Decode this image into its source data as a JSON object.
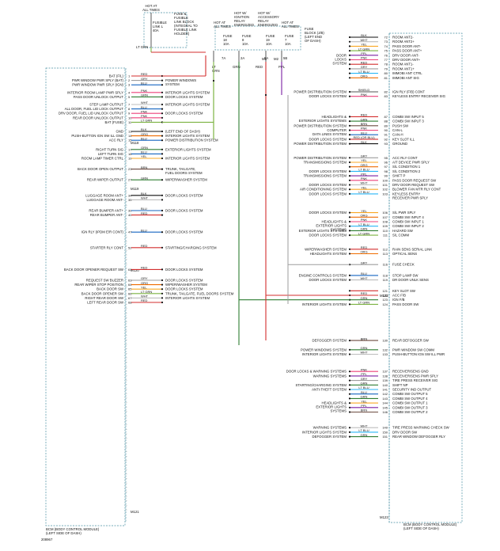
{
  "top": {
    "hot_left": "HOT AT\nALL TIMES",
    "fuse_block_label": "FUSE &\nFUSIBLE\nLINK BLOCK\n(INTEGRAL TO\nFUSIBLE LINK\nHOLDER)",
    "fusible_link": "FUSIBLE\nLINK L\n40A",
    "lt_grn_top": "LT GRN",
    "hot_mid1": "HOT AT\nALL TIMES",
    "hot_mid2": "HOT W/\nIGNITION\nRELAY\nENERGIZED",
    "hot_mid3": "HOT W/\nACCESSORY\nRELAY\nENERGIZED",
    "hot_mid4": "HOT AT\nALL TIMES",
    "fuse_block_jb": "FUSE\nBLOCK (J/B)\n(LEFT END\nOF DASH)",
    "fuses": [
      {
        "name": "FUSE\n18\n10A",
        "conn": "7A"
      },
      {
        "name": "FUSE\n8\n10A",
        "conn": "2A"
      },
      {
        "name": "FUSE\n19\n10A",
        "conn": "5A"
      },
      {
        "name": "FUSE\n7\n10A",
        "conn": "5B"
      }
    ],
    "m_labels": [
      "M1",
      "M2"
    ],
    "wires_top": [
      "LT\nGRN",
      "GRN",
      "RED",
      "PPL"
    ],
    "lt_grn2": "LT\nGRN"
  },
  "left_module": {
    "name": "BCM (BODY CONTROL MODULE)\n(LEFT SIDE OF DASH)",
    "connectors": [
      "M118",
      "M119",
      "M120",
      "M121"
    ],
    "pins": [
      {
        "label": "BAT (F/L)",
        "pin": "1",
        "wire": "RED",
        "color": "#d32f2f",
        "dest": ""
      },
      {
        "label": "PWR WINDOW PWR SPLY (BAT)",
        "pin": "2",
        "wire": "GRY",
        "color": "#9e9e9e",
        "dest": "POWER WINDOWS\nSYSTEM"
      },
      {
        "label": "PWR WINDOW PWR SPLY (IGN)",
        "pin": "3",
        "wire": "BLU",
        "color": "#1565c0",
        "dest": ""
      },
      {
        "label": "INTERIOR ROOM LAMP PWR SPLY",
        "pin": "4",
        "wire": "PNK",
        "color": "#ec407a",
        "dest": "INTERIOR LIGHTS SYSTEM"
      },
      {
        "label": "PASS DOOR UNLOCK OUTPUT",
        "pin": "5",
        "wire": "GRN",
        "color": "#2e7d32",
        "dest": "DOOR LOCKS SYSTEM"
      },
      {
        "label": "STEP LAMP OUTPUT",
        "pin": "7",
        "wire": "WHT",
        "color": "#bdbdbd",
        "dest": "INTERIOR LIGHTS SYSTEM"
      },
      {
        "label": "ALL DOOR, FUEL LID LOCK OUTPUT",
        "pin": "8",
        "wire": "BLU",
        "color": "#1565c0",
        "dest": ""
      },
      {
        "label": "DRV DOOR, FUEL LID UNLOCK OUTPUT",
        "pin": "9",
        "wire": "PNK",
        "color": "#ec407a",
        "dest": "DOOR LOCKS SYSTEM"
      },
      {
        "label": "REAR DOOR UNLOCK OUTPUT",
        "pin": "10",
        "wire": "PNK",
        "color": "#ec407a",
        "dest": ""
      },
      {
        "label": "BAT (FUSE)",
        "pin": "11",
        "wire": "LT GRN",
        "color": "#7cb342",
        "dest": ""
      },
      {
        "label": "GND",
        "pin": "13",
        "wire": "BLK",
        "color": "#111",
        "dest": "(LEFT END OF DASH)"
      },
      {
        "label": "PUSH-BUTTON IGN SW ILL GND",
        "pin": "14",
        "wire": "ORG",
        "color": "#ef6c00",
        "dest": "INTERIOR LIGHTS SYSTEM"
      },
      {
        "label": "ACC RLY",
        "pin": "15",
        "wire": "BLU",
        "color": "#1565c0",
        "dest": "POWER DISTRIBUTION SYSTEM"
      },
      {
        "label": "RIGHT TURN SIG",
        "pin": "17",
        "wire": "GRN",
        "color": "#2e7d32",
        "dest": "EXTERIOR LIGHTS SYSTEM"
      },
      {
        "label": "LEFT TURN SIG",
        "pin": "18",
        "wire": "BLU",
        "color": "#1565c0",
        "dest": ""
      },
      {
        "label": "ROOM LAMP TIMER CTRL",
        "pin": "19",
        "wire": "YEL",
        "color": "#f9a825",
        "dest": "INTERIOR LIGHTS SYSTEM"
      },
      {
        "label": "BACK DOOR OPEN OUTPUT",
        "pin": "23",
        "wire": "BRN",
        "color": "#6d4c41",
        "dest": "TRUNK, TAILGATE,\nFUEL DOORS SYSTEM"
      },
      {
        "label": "REAR WIPER OUTPUT",
        "pin": "27",
        "wire": "GRN",
        "color": "#2e7d32",
        "dest": "WIPER/WASHER SYSTEM"
      },
      {
        "label": "LUGGAGE ROOM ANT+",
        "pin": "34",
        "wire": "BLK",
        "color": "#111",
        "dest": "DOOR LOCKS SYSTEM"
      },
      {
        "label": "LUGGAGE ROOM ANT-",
        "pin": "35",
        "wire": "WHT",
        "color": "#bdbdbd",
        "dest": ""
      },
      {
        "label": "REAR BUMPER ANT+",
        "pin": "39",
        "wire": "BLU",
        "color": "#1565c0",
        "dest": "DOOR LOCKS SYSTEM"
      },
      {
        "label": "REAR BUMPER ANT-",
        "pin": "40",
        "wire": "RED",
        "color": "#d32f2f",
        "dest": ""
      },
      {
        "label": "IGN RLY (IPDM E/R CONT)",
        "pin": "47",
        "wire": "BLU",
        "color": "#1565c0",
        "dest": "DOOR LOCKS SYSTEM"
      },
      {
        "label": "STARTER RLY CONT",
        "pin": "52",
        "wire": "RED",
        "color": "#d32f2f",
        "dest": "STARTING/CHARGING SYSTEM"
      },
      {
        "label": "BACK DOOR OPENER REQUEST SW",
        "pin": "61",
        "wire": "RED",
        "color": "#d32f2f",
        "dest": "DOOR LOCKS SYSTEM"
      },
      {
        "label": "REQUEST SW BUZZER",
        "pin": "63",
        "wire": "GRY",
        "color": "#9e9e9e",
        "dest": "DOOR LOCKS SYSTEM"
      },
      {
        "label": "REAR WIPER STOP POSITION",
        "pin": "64",
        "wire": "ORG",
        "color": "#ef6c00",
        "dest": "WIPER/WASHER SYSTEM"
      },
      {
        "label": "BACK DOOR SW",
        "pin": "65",
        "wire": "YEL",
        "color": "#f9a825",
        "dest": "DOOR LOCKS SYSTEM"
      },
      {
        "label": "BACK DOOR OPENER SW",
        "pin": "66",
        "wire": "LT GRN",
        "color": "#7cb342",
        "dest": "TRUNK, TAILGATE, FUEL DOORS SYSTEM"
      },
      {
        "label": "RIGHT REAR DOOR SW",
        "pin": "67",
        "wire": "WHT",
        "color": "#bdbdbd",
        "dest": "INTERIOR LIGHTS SYSTEM"
      },
      {
        "label": "LEFT REAR DOOR SW",
        "pin": "68",
        "wire": "RED",
        "color": "#d32f2f",
        "dest": ""
      }
    ]
  },
  "right_module": {
    "name": "BCM (BODY CONTROL MODULE)\n(LEFT SIDE OF DASH)",
    "connectors": [
      "M122",
      "M123"
    ],
    "pins": [
      {
        "pin": "72",
        "wire": "BLK",
        "color": "#111",
        "sys": "",
        "func": "ROOM ANT2-"
      },
      {
        "pin": "73",
        "wire": "WHT",
        "color": "#bdbdbd",
        "sys": "",
        "func": "ROOM ANT2+"
      },
      {
        "pin": "74",
        "wire": "YEL",
        "color": "#f9a825",
        "sys": "",
        "func": "PASS DOOR ANT-"
      },
      {
        "pin": "75",
        "wire": "LT GRN",
        "color": "#7cb342",
        "sys": "",
        "func": "PASS DOOR ANT+"
      },
      {
        "pin": "76",
        "wire": "PPL",
        "color": "#7b1fa2",
        "sys": "DOOR\nLOCKS\nSYSTEM",
        "func": "DRV DOOR ANT-"
      },
      {
        "pin": "77",
        "wire": "PNK",
        "color": "#ec407a",
        "sys": "",
        "func": "DRV DOOR ANT+"
      },
      {
        "pin": "78",
        "wire": "RED",
        "color": "#d32f2f",
        "sys": "",
        "func": "ROOM ANT1-"
      },
      {
        "pin": "79",
        "wire": "GRY",
        "color": "#9e9e9e",
        "sys": "",
        "func": "ROOM ANT1+"
      },
      {
        "pin": "80",
        "wire": "LT BLU",
        "color": "#29b6f6",
        "sys": "",
        "func": "IMMOBI ANT CTRL"
      },
      {
        "pin": "81",
        "wire": "ORG",
        "color": "#ef6c00",
        "sys": "",
        "func": "IMMOBI ANT SIG"
      },
      {
        "pin": "82",
        "wire": "SHIELD",
        "color": "#555",
        "sys": "POWER DISTRIBUTION SYSTEM",
        "func": "IGN RLY (F/B) CONT"
      },
      {
        "pin": "83",
        "wire": "PNK",
        "color": "#ec407a",
        "sys": "DOOR LOCKS SYSTEM",
        "func": "KEYLESS ENTRY RECEIVER SIG"
      },
      {
        "pin": "87",
        "wire": "RED",
        "color": "#d32f2f",
        "sys": "HEADLIGHTS &\nEXTERIOR LIGHTS SYSTEMS",
        "func": "COMBI SW INPUT 5"
      },
      {
        "pin": "88",
        "wire": "GRN",
        "color": "#2e7d32",
        "sys": "",
        "func": "COMBI SW INPUT 3"
      },
      {
        "pin": "89",
        "wire": "BRN",
        "color": "#6d4c41",
        "sys": "POWER DISTRIBUTION SYSTEM",
        "func": "PUSH SW"
      },
      {
        "pin": "90",
        "wire": "PNK",
        "color": "#ec407a",
        "sys": "COMPUTER\nDATA LINES SYSTEM",
        "func": "CAN-L"
      },
      {
        "pin": "91",
        "wire": "BLU",
        "color": "#1565c0",
        "sys": "",
        "func": "CAN-H"
      },
      {
        "pin": "92",
        "wire": "RED (OR BLU)",
        "color": "#d32f2f",
        "sys": "DOOR LOCKS SYSTEM",
        "func": "KEY SLOT ILL"
      },
      {
        "pin": "93",
        "wire": "BLK",
        "color": "#111",
        "sys": "POWER DISTRIBUTION SYSTEM",
        "func": "GROUND"
      },
      {
        "pin": "95",
        "wire": "GRY",
        "color": "#9e9e9e",
        "sys": "POWER DISTRIBUTION SYSTEM",
        "func": "ACC RLY CONT"
      },
      {
        "pin": "96",
        "wire": "YEL",
        "color": "#f9a825",
        "sys": "TRANSMISSIONS SYSTEM",
        "func": "A/T DEVICE PWR SPLY"
      },
      {
        "pin": "97",
        "wire": "ORG",
        "color": "#ef6c00",
        "sys": "",
        "func": "S/L CONDITION 1"
      },
      {
        "pin": "98",
        "wire": "LT BLU",
        "color": "#29b6f6",
        "sys": "DOOR LOCKS SYSTEM",
        "func": "S/L CONDITION 2"
      },
      {
        "pin": "99",
        "wire": "PPL",
        "color": "#7b1fa2",
        "sys": "TRANSMISSIONS SYSTEM",
        "func": "SHIFT P"
      },
      {
        "pin": "100",
        "wire": "PNK",
        "color": "#ec407a",
        "sys": "",
        "func": "PASS DOOR REQUEST SW"
      },
      {
        "pin": "101",
        "wire": "WHT",
        "color": "#bdbdbd",
        "sys": "DOOR LOCKS SYSTEM",
        "func": "DRV DOOR REQUEST SW"
      },
      {
        "pin": "102",
        "wire": "YEL",
        "color": "#f9a825",
        "sys": "AIR CONDITIONING SYSTEM",
        "func": "BLOWER FAN MTR RLY CONT"
      },
      {
        "pin": "103",
        "wire": "LT BLU",
        "color": "#29b6f6",
        "sys": "DOOR LOCKS SYSTEM",
        "func": "KEYLESS ENTRY\nRECEIVER PWR SPLY"
      },
      {
        "pin": "106",
        "wire": "YEL",
        "color": "#f9a825",
        "sys": "DOOR LOCKS SYSTEM",
        "func": "S/L PWR SPLY"
      },
      {
        "pin": "107",
        "wire": "ORG",
        "color": "#ef6c00",
        "sys": "",
        "func": "COMBI SW INPUT 4"
      },
      {
        "pin": "108",
        "wire": "PNK",
        "color": "#ec407a",
        "sys": "HEADLIGHTS &\nEXTERIOR LIGHTS\nSYSTEMS",
        "func": "COMBI SW INPUT 1"
      },
      {
        "pin": "109",
        "wire": "LT BLU",
        "color": "#29b6f6",
        "sys": "",
        "func": "COMBI SW INPUT 2"
      },
      {
        "pin": "110",
        "wire": "GRN",
        "color": "#2e7d32",
        "sys": "EXTERIOR LIGHTS SYSTEMS",
        "func": "HAZARD SW"
      },
      {
        "pin": "111",
        "wire": "LT GRN",
        "color": "#7cb342",
        "sys": "DOOR LOCKS SYSTEM",
        "func": "S/L COMM"
      },
      {
        "pin": "112",
        "wire": "RED",
        "color": "#d32f2f",
        "sys": "WIPER/WASHER SYSTEM",
        "func": "RAIN SENS SERIAL LINK"
      },
      {
        "pin": "113",
        "wire": "ORG",
        "color": "#ef6c00",
        "sys": "HEADLIGHTS SYSTEM",
        "func": "OPTICAL SENS"
      },
      {
        "pin": "116",
        "wire": "GRY",
        "color": "#9e9e9e",
        "sys": "",
        "func": "FUSE CHECK"
      },
      {
        "pin": "118",
        "wire": "BLU",
        "color": "#1565c0",
        "sys": "ENGINE CONTROLS SYSTEM",
        "func": "STOP LAMP SW"
      },
      {
        "pin": "119",
        "wire": "WHT",
        "color": "#bdbdbd",
        "sys": "DOOR LOCKS SYSTEM",
        "func": "DR DOOR UNLK SENS"
      },
      {
        "pin": "121",
        "wire": "",
        "color": "#d32f2f",
        "sys": "",
        "func": "KEY SLOT SW"
      },
      {
        "pin": "122",
        "wire": "RED",
        "color": "#d32f2f",
        "sys": "",
        "func": "ACC F/B"
      },
      {
        "pin": "123",
        "wire": "GRN",
        "color": "#2e7d32",
        "sys": "",
        "func": "IGN F/B"
      },
      {
        "pin": "124",
        "wire": "LT GRN",
        "color": "#7cb342",
        "sys": "INTERIOR LIGHTS SYSTEM",
        "func": "PASS DOOR SW"
      },
      {
        "pin": "130",
        "wire": "BRN",
        "color": "#6d4c41",
        "sys": "DEFOGGER SYSTEM",
        "func": "REAR DEFOGGER SW"
      },
      {
        "pin": "132",
        "wire": "GRN",
        "color": "#2e7d32",
        "sys": "POWER WINDOWS SYSTEM",
        "func": "PWR WINDOW SW COMM"
      },
      {
        "pin": "133",
        "wire": "WHT",
        "color": "#bdbdbd",
        "sys": "INTERIOR LIGHTS SYSTEM",
        "func": "PUSH-BUTTON IGN SW ILL PWR"
      },
      {
        "pin": "137",
        "wire": "PNK",
        "color": "#ec407a",
        "sys": "DOOR LOCKS & WARNING SYSTEMS",
        "func": "RECEIVER/SENS GND"
      },
      {
        "pin": "138",
        "wire": "PPL",
        "color": "#7b1fa2",
        "sys": "WARNING SYSTEMS",
        "func": "RECEIVER/SENS PWR SPLY"
      },
      {
        "pin": "139",
        "wire": "GRY",
        "color": "#9e9e9e",
        "sys": "",
        "func": "TIRE PRESS RECEIVER SIG"
      },
      {
        "pin": "140",
        "wire": "GRN",
        "color": "#2e7d32",
        "sys": "STARTING/CHARGING SYSTEM",
        "func": "SHIFT NP"
      },
      {
        "pin": "141",
        "wire": "LT BLU",
        "color": "#29b6f6",
        "sys": "ANTI-THEFT SYSTEM",
        "func": "SECURITY IND OUTPUT"
      },
      {
        "pin": "142",
        "wire": "BLU",
        "color": "#1565c0",
        "sys": "",
        "func": "COMBI SW OUTPUT 5"
      },
      {
        "pin": "143",
        "wire": "GRN",
        "color": "#2e7d32",
        "sys": "",
        "func": "COMBI SW OUTPUT 4"
      },
      {
        "pin": "144",
        "wire": "YEL",
        "color": "#f9a825",
        "sys": "HEADLIGHTS &\nEXTERIOR LIGHTS\nSYSTEMS",
        "func": "COMBI SW OUTPUT 1"
      },
      {
        "pin": "145",
        "wire": "PPL",
        "color": "#7b1fa2",
        "sys": "",
        "func": "COMBI SW OUTPUT 3"
      },
      {
        "pin": "146",
        "wire": "BRN",
        "color": "#6d4c41",
        "sys": "",
        "func": "COMBI SW OUTPUT 2"
      },
      {
        "pin": "149",
        "wire": "WHT",
        "color": "#bdbdbd",
        "sys": "WARNING SYSTEMS",
        "func": "TIRE PRESS WARNING CHECK SW"
      },
      {
        "pin": "150",
        "wire": "LT BLU",
        "color": "#29b6f6",
        "sys": "INTERIOR LIGHTS SYSTEM",
        "func": "DRV DOOR SW"
      },
      {
        "pin": "151",
        "wire": "GRN",
        "color": "#2e7d32",
        "sys": "DEFOGGER SYSTEM",
        "func": "REAR WINDOW DEFOGGER RLY"
      }
    ]
  },
  "figure_id": "208967"
}
